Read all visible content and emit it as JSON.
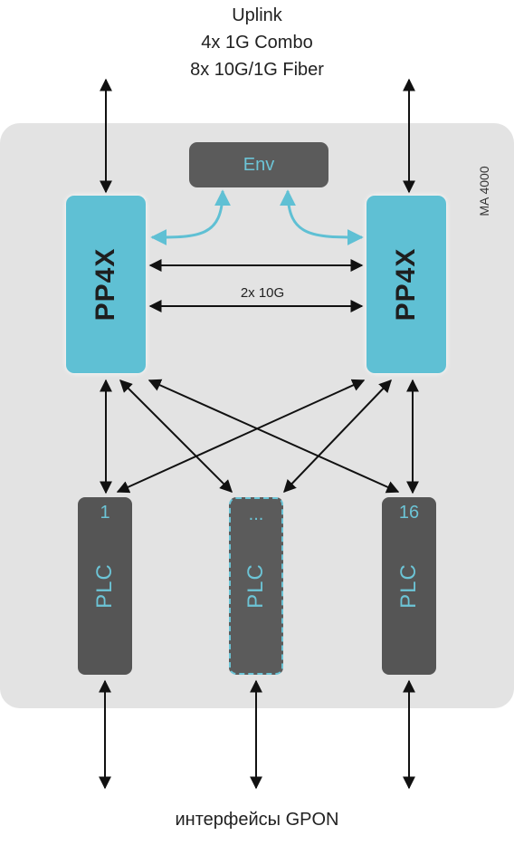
{
  "header": {
    "uplink_title": "Uplink",
    "uplink_combo": "4x 1G Combo",
    "uplink_fiber": "8x 10G/1G Fiber"
  },
  "chassis": {
    "model": "MA 4000"
  },
  "env": {
    "label": "Env"
  },
  "switches": [
    {
      "label": "PP4X"
    },
    {
      "label": "PP4X"
    }
  ],
  "interconnect": {
    "label": "2x 10G"
  },
  "line_cards": [
    {
      "number": "1",
      "label": "PLC"
    },
    {
      "number": "...",
      "label": "PLC"
    },
    {
      "number": "16",
      "label": "PLC"
    }
  ],
  "footer": {
    "label": "интерфейсы GPON"
  },
  "colors": {
    "accent": "#5fc0d4",
    "dark_block": "#555555",
    "chassis": "#e3e3e3",
    "arrow": "#111111"
  }
}
